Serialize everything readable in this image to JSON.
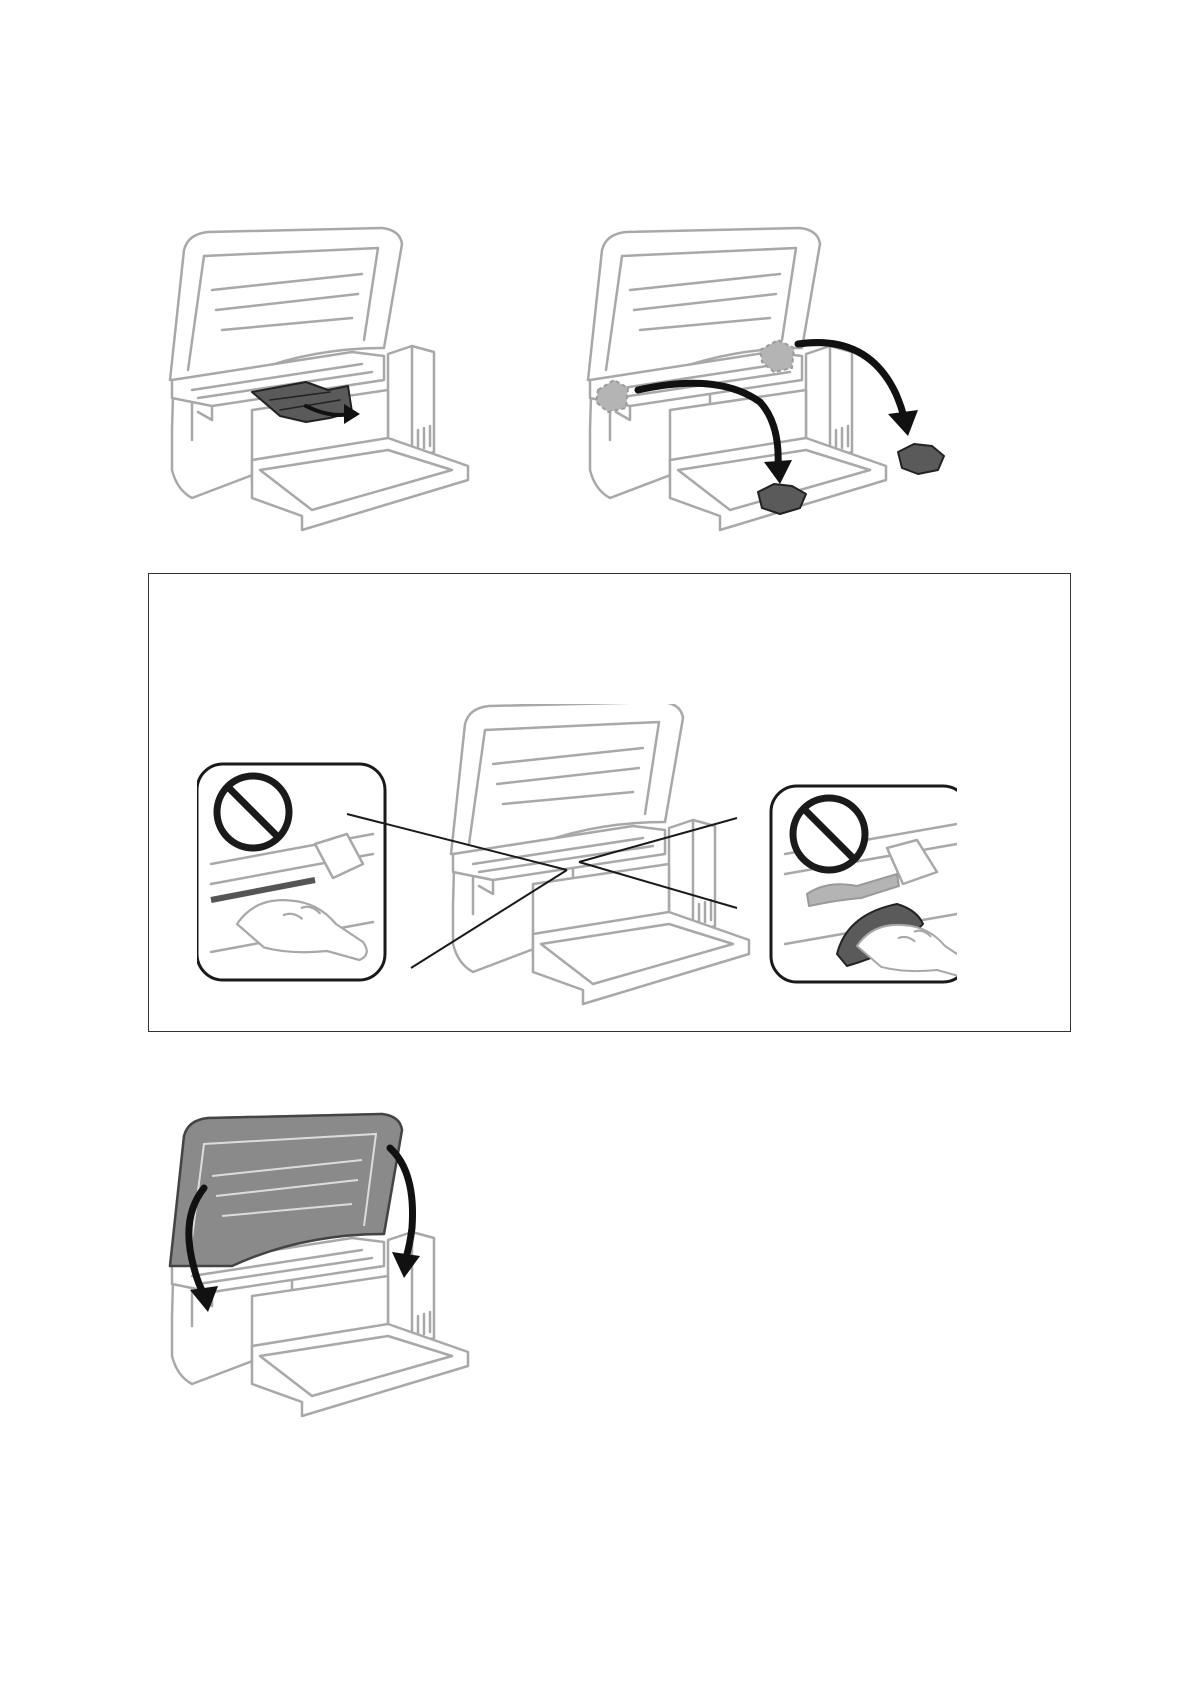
{
  "page": {
    "figures": [
      {
        "id": "fig-remove-jammed-paper",
        "icon": "printer-open-jammed-paper-illustration"
      },
      {
        "id": "fig-remove-torn-pieces",
        "icon": "printer-torn-pieces-arrows-illustration"
      },
      {
        "id": "fig-do-not-touch",
        "icon": "printer-do-not-touch-parts-illustration"
      },
      {
        "id": "fig-close-scanner-unit",
        "icon": "printer-close-scanner-unit-illustration"
      }
    ],
    "colors": {
      "outline": "#a8a8a8",
      "arrow": "#111111",
      "paper": "#5a5a5a",
      "highlight": "#8a8a8a"
    }
  }
}
